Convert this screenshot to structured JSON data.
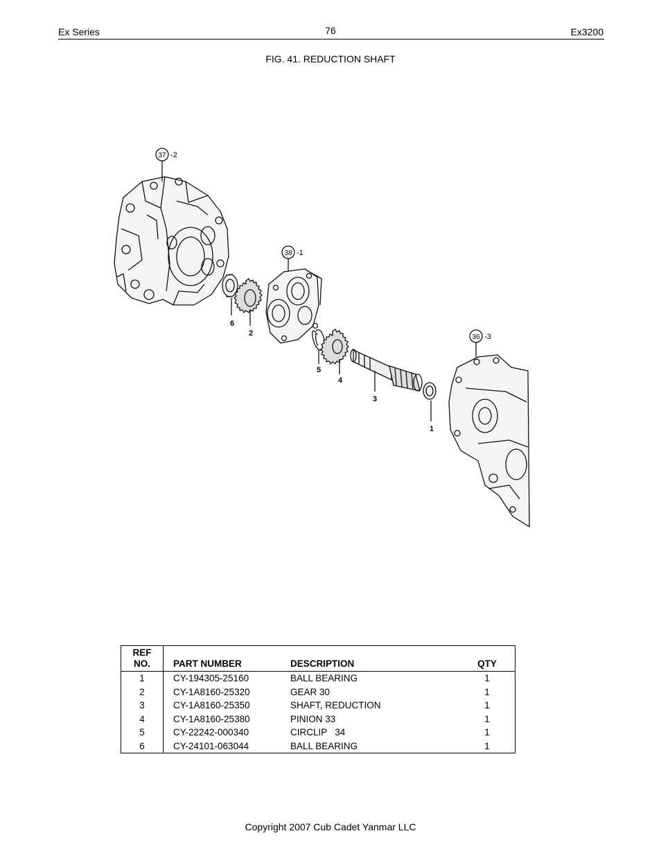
{
  "header": {
    "left": "Ex Series",
    "page_number": "76",
    "right": "Ex3200"
  },
  "figure": {
    "title": "FIG. 41. REDUCTION SHAFT",
    "callouts": [
      {
        "ref": "37",
        "suffix": "-2"
      },
      {
        "ref": "38",
        "suffix": "-1"
      },
      {
        "ref": "36",
        "suffix": "-3"
      }
    ],
    "part_labels": [
      "6",
      "2",
      "5",
      "4",
      "3",
      "1"
    ]
  },
  "parts_table": {
    "headers": {
      "ref_line1": "REF",
      "ref_line2": "NO.",
      "part_number": "PART NUMBER",
      "description": "DESCRIPTION",
      "qty": "QTY"
    },
    "rows": [
      {
        "ref": "1",
        "part_number": "CY-194305-25160",
        "description": "BALL BEARING",
        "qty": "1"
      },
      {
        "ref": "2",
        "part_number": "CY-1A8160-25320",
        "description": "GEAR 30",
        "qty": "1"
      },
      {
        "ref": "3",
        "part_number": "CY-1A8160-25350",
        "description": "SHAFT, REDUCTION",
        "qty": "1"
      },
      {
        "ref": "4",
        "part_number": "CY-1A8160-25380",
        "description": "PINION 33",
        "qty": "1"
      },
      {
        "ref": "5",
        "part_number": "CY-22242-000340",
        "description": "CIRCLIP   34",
        "qty": "1"
      },
      {
        "ref": "6",
        "part_number": "CY-24101-063044",
        "description": "BALL BEARING",
        "qty": "1"
      }
    ]
  },
  "footer": {
    "copyright": "Copyright 2007 Cub Cadet Yanmar LLC"
  }
}
